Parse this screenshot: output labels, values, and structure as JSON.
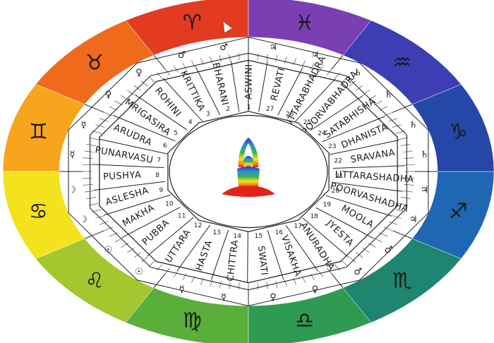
{
  "nakshatras": [
    "ASWINI",
    "BHARANI",
    "KRITTIKA",
    "ROHINI",
    "MRIGASIRA",
    "ARUDRA",
    "PUNARVASU",
    "PUSHYA",
    "ASLESHA",
    "MAKHA",
    "PUBBA",
    "UTTARA",
    "HASTA",
    "CHITTRA",
    "SWATI",
    "VISAKHA",
    "ANURADHA",
    "JYESTA",
    "MOOLA",
    "POORVASHADHA",
    "UTTARASHADHA",
    "SRAVANA",
    "DHANISTA",
    "SATABHISHA",
    "POORVABHADRA",
    "UTTARABHADRA",
    "REVATI"
  ],
  "numbers": [
    "1",
    "2",
    "3",
    "4",
    "5",
    "6",
    "7",
    "8",
    "9",
    "10",
    "11",
    "12",
    "13",
    "14",
    "15",
    "16",
    "17",
    "18",
    "19",
    "20",
    "21",
    "22",
    "23",
    "24",
    "25",
    "26",
    "27"
  ],
  "signs": [
    {
      "glyph": "♈",
      "color": "#e23b22"
    },
    {
      "glyph": "♉",
      "color": "#f06a1b"
    },
    {
      "glyph": "♊",
      "color": "#f7a51d"
    },
    {
      "glyph": "♋",
      "color": "#f3e21c"
    },
    {
      "glyph": "♌",
      "color": "#a4c62e"
    },
    {
      "glyph": "♍",
      "color": "#5aae3a"
    },
    {
      "glyph": "♎",
      "color": "#2e9a52"
    },
    {
      "glyph": "♏",
      "color": "#1f8470"
    },
    {
      "glyph": "♐",
      "color": "#1f66b3"
    },
    {
      "glyph": "♑",
      "color": "#2447a8"
    },
    {
      "glyph": "♒",
      "color": "#3d3db4"
    },
    {
      "glyph": "♓",
      "color": "#7a3fb2"
    }
  ],
  "planets": [
    "♂",
    "♀",
    "☿",
    "☽",
    "☉",
    "☿",
    "♀",
    "♂",
    "♃",
    "♄",
    "♄",
    "♃"
  ],
  "center_icon": "meditating-figure-icon"
}
